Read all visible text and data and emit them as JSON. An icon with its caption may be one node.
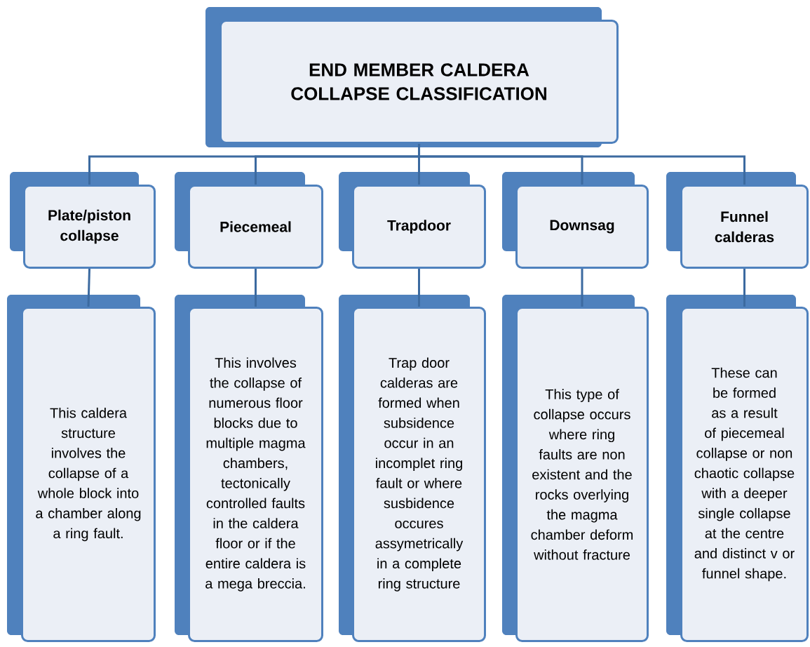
{
  "diagram": {
    "nodes": [
      {
        "text": [
          "END MEMBER CALDERA COLLAPSE CLASSIFICATION"
        ]
      },
      {
        "text": [
          "Plate/piston collapse"
        ]
      },
      {
        "text": [
          "Piecemeal"
        ]
      },
      {
        "text": [
          "Trapdoor"
        ]
      },
      {
        "text": [
          "Downsag"
        ]
      },
      {
        "text": [
          "Funnel calderas"
        ]
      },
      {
        "text": [
          "This caldera structure involves the collapse of a whole block into a chamber along a ring fault."
        ]
      },
      {
        "text": [
          "This involves the collapse of numerous floor blocks due to multiple magma chambers, tectonically controlled faults in the caldera floor or if the entire caldera is a mega breccia."
        ]
      },
      {
        "text": [
          "Trap door calderas are formed when subsidence occur in an incomplet ring fault or where susbidence occures assymetrically in a complete ring structure"
        ]
      },
      {
        "text": [
          "This type of collapse occurs where ring faults are non existent and the rocks overlying the magma chamber deform without fracture"
        ]
      },
      {
        "text": [
          "These can be formed as a result of piecemeal collapse or non chaotic collapse with a deeper single collapse at the centre and distinct v or funnel shape."
        ]
      }
    ],
    "edges": [
      {
        "from": 0,
        "to": 1,
        "arrow": "none"
      },
      {
        "from": 0,
        "to": 2,
        "arrow": "none"
      },
      {
        "from": 0,
        "to": 3,
        "arrow": "none"
      },
      {
        "from": 0,
        "to": 4,
        "arrow": "none"
      },
      {
        "from": 0,
        "to": 5,
        "arrow": "none"
      },
      {
        "from": 1,
        "to": 6,
        "arrow": "none"
      },
      {
        "from": 2,
        "to": 7,
        "arrow": "none"
      },
      {
        "from": 3,
        "to": 8,
        "arrow": "none"
      },
      {
        "from": 4,
        "to": 9,
        "arrow": "none"
      },
      {
        "from": 5,
        "to": 10,
        "arrow": "none"
      }
    ]
  }
}
